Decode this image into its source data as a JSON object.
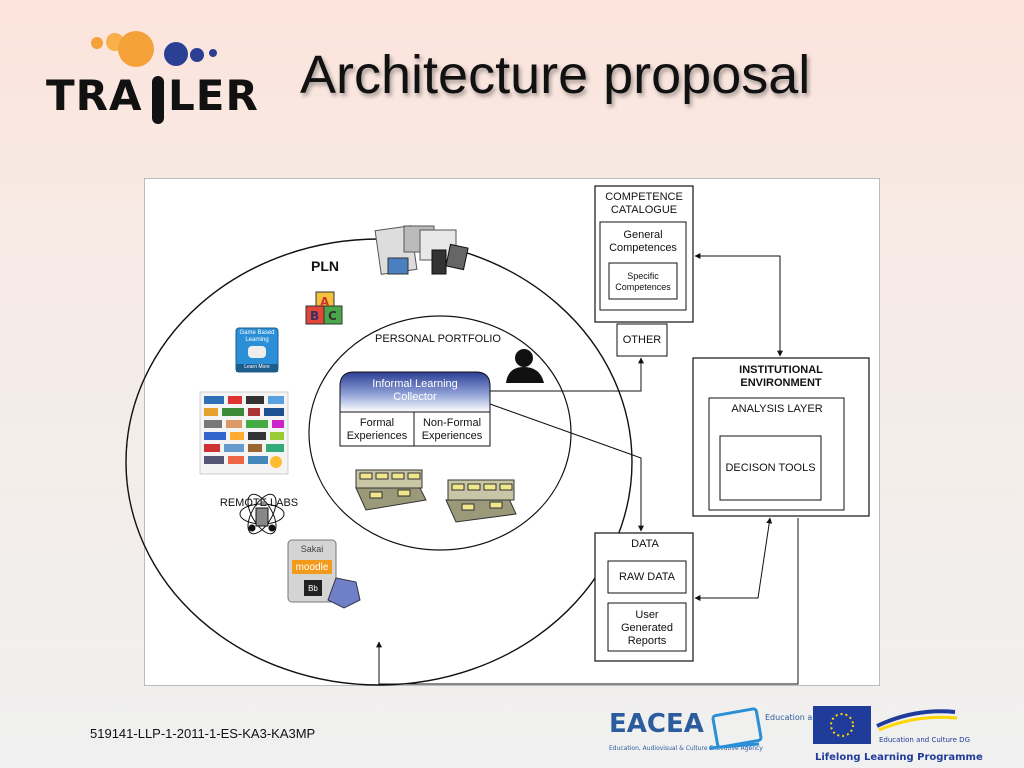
{
  "header": {
    "logo_text": "TRA LER",
    "title": "Architecture proposal"
  },
  "diagram": {
    "pln_label": "PLN",
    "personal_portfolio": "PERSONAL PORTFOLIO",
    "informal_collector": "Informal Learning Collector",
    "formal_experiences": "Formal Experiences",
    "non_formal_experiences": "Non-Formal Experiences",
    "remote_labs": "REMOTE LABS",
    "game_based_learning": "Game Based Learning",
    "learn_more": "Learn More",
    "sakai": "Sakai",
    "moodle": "moodle",
    "bb": "Bb",
    "competence_catalogue": "COMPETENCE CATALOGUE",
    "general_competences": "General Competences",
    "specific_competences": "Specific Competences",
    "other": "OTHER",
    "institutional_environment": "INSTITUTIONAL ENVIRONMENT",
    "analysis_layer": "ANALYSIS LAYER",
    "decision_tools": "DECISON TOOLS",
    "data": "DATA",
    "raw_data": "RAW DATA",
    "user_generated_reports": "User Generated Reports"
  },
  "footer": {
    "project_code": "519141-LLP-1-2011-1-ES-KA3-KA3MP",
    "eacea": "EACEA",
    "eacea_caption": "Education, Audiovisual & Culture Executive Agency",
    "edu_training": "Education and Training",
    "edu_culture_dg": "Education and Culture DG",
    "lifelong": "Lifelong Learning Programme"
  },
  "colors": {
    "collector_top": "#2b3f95",
    "collector_bottom": "#ffffff",
    "orange_dot": "#f5a13a",
    "blue_dot": "#2b3f95"
  }
}
